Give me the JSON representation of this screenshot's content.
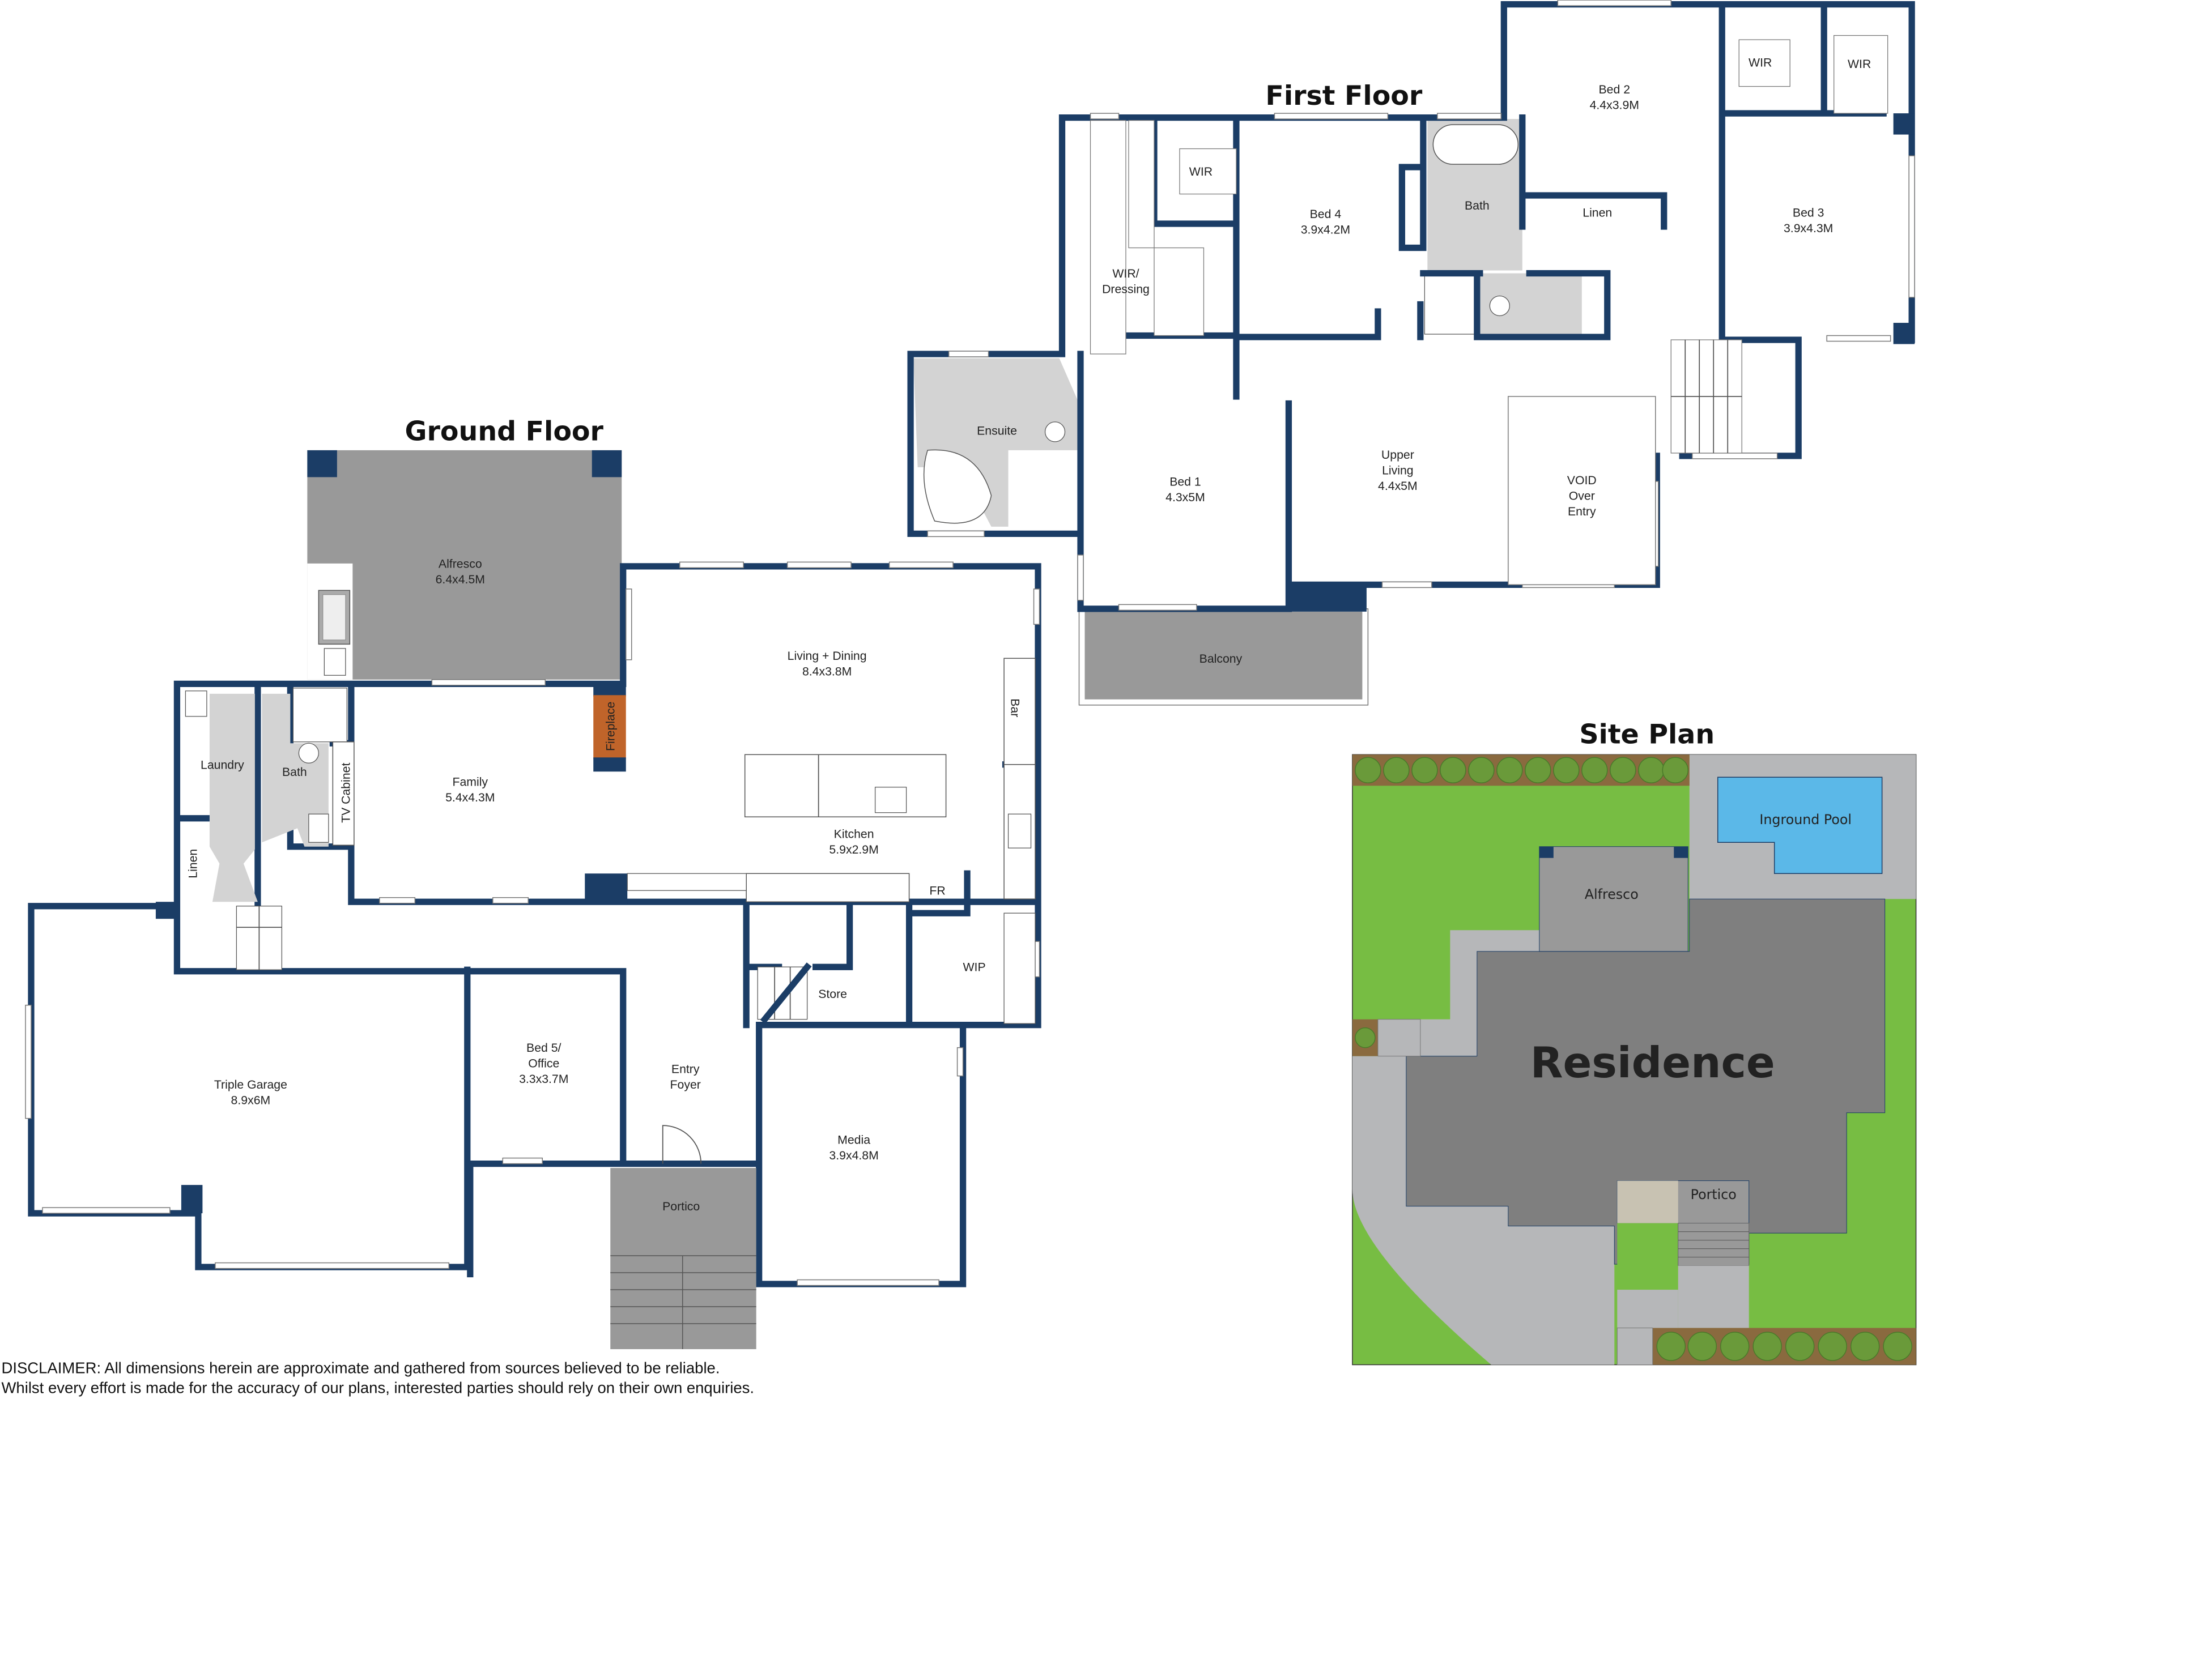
{
  "titles": {
    "ground_floor": "Ground Floor",
    "first_floor": "First Floor",
    "site_plan": "Site Plan"
  },
  "ground_floor": {
    "rooms": {
      "alfresco": {
        "name": "Alfresco",
        "dims": "6.4x4.5M"
      },
      "living_dining": {
        "name": "Living + Dining",
        "dims": "8.4x3.8M"
      },
      "family": {
        "name": "Family",
        "dims": "5.4x4.3M"
      },
      "kitchen": {
        "name": "Kitchen",
        "dims": "5.9x2.9M"
      },
      "laundry": {
        "name": "Laundry"
      },
      "bath": {
        "name": "Bath"
      },
      "tv_cabinet": {
        "name": "TV Cabinet"
      },
      "fireplace": {
        "name": "Fireplace"
      },
      "bar": {
        "name": "Bar"
      },
      "linen": {
        "name": "Linen"
      },
      "fr": {
        "name": "FR"
      },
      "wip": {
        "name": "WIP"
      },
      "store": {
        "name": "Store"
      },
      "triple_garage": {
        "name": "Triple Garage",
        "dims": "8.9x6M"
      },
      "bed5_office": {
        "name_line1": "Bed 5/",
        "name_line2": "Office",
        "dims": "3.3x3.7M"
      },
      "entry_foyer": {
        "name_line1": "Entry",
        "name_line2": "Foyer"
      },
      "media": {
        "name": "Media",
        "dims": "3.9x4.8M"
      },
      "portico": {
        "name": "Portico"
      }
    }
  },
  "first_floor": {
    "rooms": {
      "wir_a": {
        "name": "WIR"
      },
      "bed4": {
        "name": "Bed 4",
        "dims": "3.9x4.2M"
      },
      "bath": {
        "name": "Bath"
      },
      "bed2": {
        "name": "Bed 2",
        "dims": "4.4x3.9M"
      },
      "wir_b": {
        "name": "WIR"
      },
      "wir_c": {
        "name": "WIR"
      },
      "linen": {
        "name": "Linen"
      },
      "bed3": {
        "name": "Bed 3",
        "dims": "3.9x4.3M"
      },
      "wir_dressing": {
        "name_line1": "WIR/",
        "name_line2": "Dressing"
      },
      "ensuite": {
        "name": "Ensuite"
      },
      "bed1": {
        "name": "Bed 1",
        "dims": "4.3x5M"
      },
      "upper_living": {
        "name_line1": "Upper",
        "name_line2": "Living",
        "dims": "4.4x5M"
      },
      "void": {
        "line1": "VOID",
        "line2": "Over",
        "line3": "Entry"
      },
      "balcony": {
        "name": "Balcony"
      }
    }
  },
  "site_plan": {
    "labels": {
      "pool": "Inground Pool",
      "alfresco": "Alfresco",
      "residence": "Residence",
      "portico": "Portico"
    },
    "colors": {
      "lawn": "#77bd43",
      "paving": "#b6b7b9",
      "house": "#7f7f7f",
      "alfresco": "#999999",
      "pool": "#5bb8e8",
      "garden_bed": "#8a6a3f",
      "shrub": "#6a9a3a"
    }
  },
  "disclaimer": {
    "line1": "DISCLAIMER:  All dimensions herein are approximate and gathered from sources believed to be reliable.",
    "line2": "Whilst every effort is made for the accuracy of our plans, interested parties should rely on their own enquiries."
  },
  "colors": {
    "wall": "#1b3d66",
    "outdoor_grey": "#999999",
    "wet_area": "#d3d3d3",
    "fireplace": "#c0642a"
  }
}
